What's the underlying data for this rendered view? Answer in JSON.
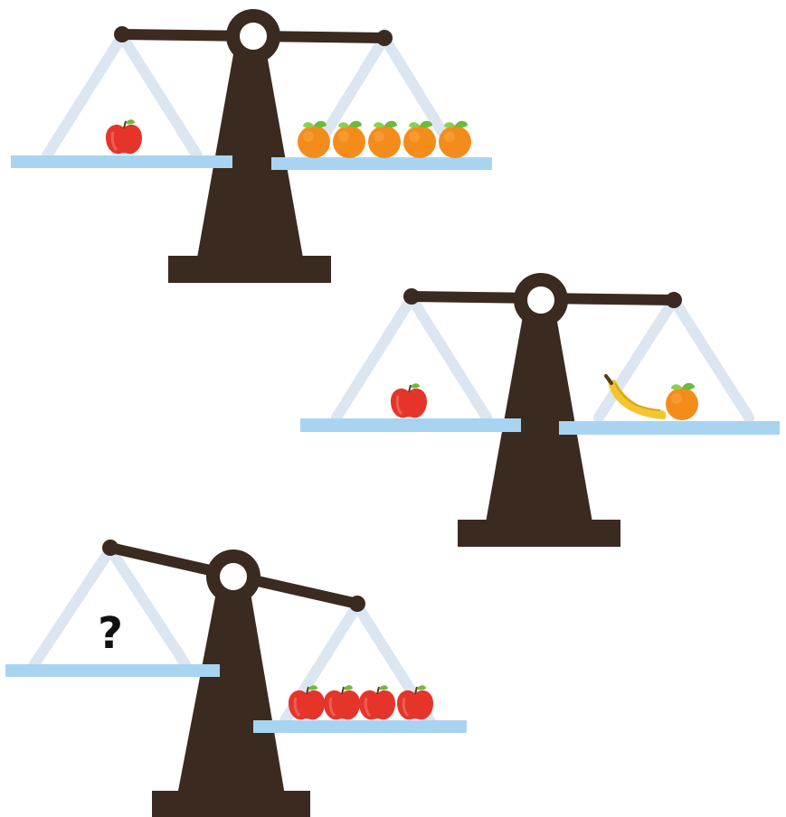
{
  "colors": {
    "stand": "#3b2a20",
    "pan": "#a8d4f2",
    "string": "#dbe6f1",
    "apple": "#e5352b",
    "orange": "#f48c1c",
    "leaf": "#6dbb3a",
    "banana": "#f3c630"
  },
  "scales": [
    {
      "id": "scale-1",
      "state": "balanced",
      "left_pan": [
        {
          "item": "apple",
          "count": 1
        }
      ],
      "right_pan": [
        {
          "item": "orange",
          "count": 5
        }
      ]
    },
    {
      "id": "scale-2",
      "state": "balanced",
      "left_pan": [
        {
          "item": "apple",
          "count": 1
        }
      ],
      "right_pan": [
        {
          "item": "banana",
          "count": 1
        },
        {
          "item": "orange",
          "count": 1
        }
      ]
    },
    {
      "id": "scale-3",
      "state": "right-side-down",
      "left_pan": [
        {
          "item": "unknown",
          "count": 1
        }
      ],
      "right_pan": [
        {
          "item": "apple",
          "count": 4
        }
      ]
    }
  ],
  "question_mark": "?"
}
